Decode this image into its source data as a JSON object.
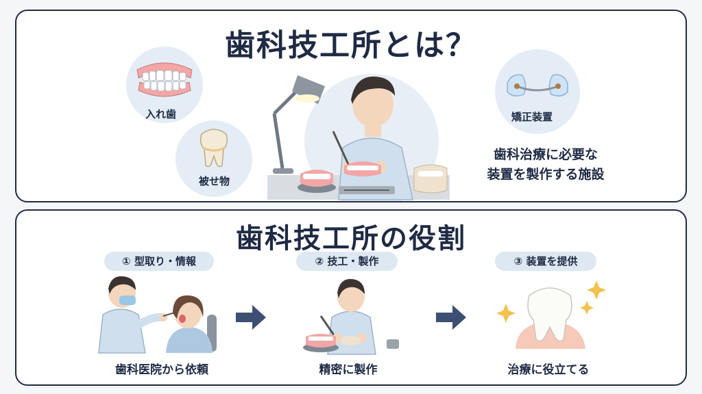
{
  "top": {
    "title": "歯科技工所とは？",
    "items": [
      {
        "label": "入れ歯",
        "icon": "denture-icon"
      },
      {
        "label": "被せ物",
        "icon": "tooth-crown-icon"
      },
      {
        "label": "矯正装置",
        "icon": "orthodontic-appliance-icon"
      }
    ],
    "description_lines": [
      "歯科治療に必要な",
      "装置を製作する施設"
    ]
  },
  "bottom": {
    "title": "歯科技工所の役割",
    "steps": [
      {
        "label": "① 型取り・情報",
        "caption": "歯科医院から依頼",
        "icon": "dentist-patient-icon"
      },
      {
        "label": "② 技工・製作",
        "caption": "精密に製作",
        "icon": "technician-icon"
      },
      {
        "label": "③ 装置を提供",
        "caption": "治療に役立てる",
        "icon": "sparkling-tooth-icon"
      }
    ]
  },
  "colors": {
    "navy": "#1f2a44",
    "bubble": "#e4edf5",
    "pill": "#dde8f2",
    "arrow": "#3d4f73"
  }
}
